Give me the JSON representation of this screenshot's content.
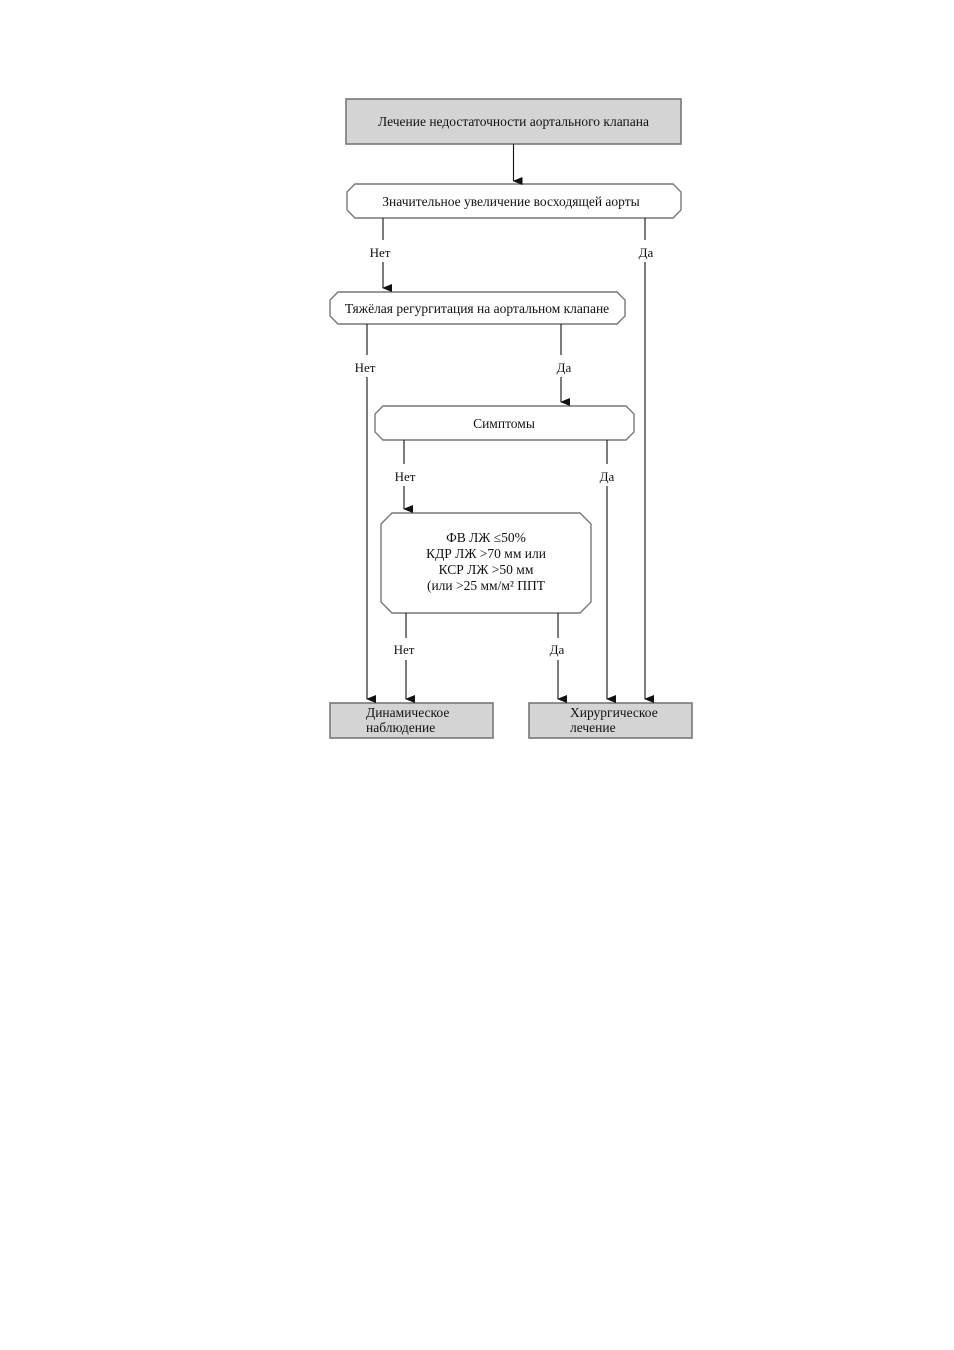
{
  "nodes": {
    "title": "Лечение недостаточности аортального клапана",
    "aorta": "Значительное увеличение восходящей аорты",
    "regurgitation": "Тяжёлая регургитация на аортальном клапане",
    "symptoms": "Симптомы",
    "criteria": [
      "ФВ ЛЖ ≤50%",
      "КДР ЛЖ >70 мм или",
      "КСР ЛЖ >50 мм",
      "(или >25 мм/м² ППТ"
    ],
    "observation": [
      "Динамическое",
      "наблюдение"
    ],
    "surgery": [
      "Хирургическое",
      "лечение"
    ]
  },
  "labels": {
    "no": "Нет",
    "yes": "Да"
  }
}
